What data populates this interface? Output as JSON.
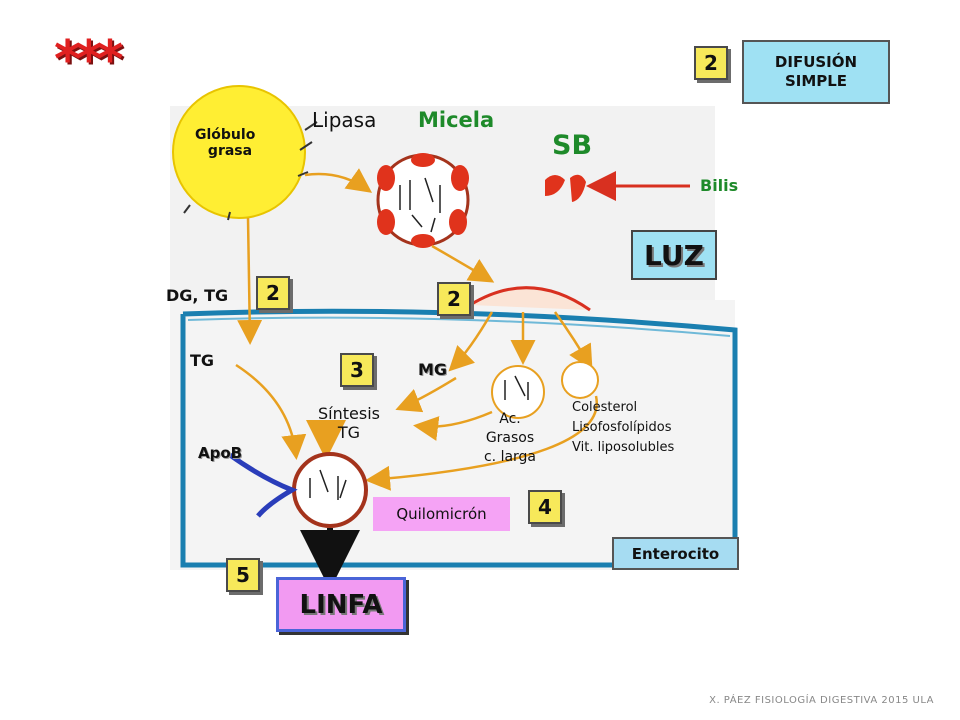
{
  "decoration": {
    "stars": "***"
  },
  "badge_top": {
    "number": "2",
    "title_line1": "DIFUSIÓN",
    "title_line2": "SIMPLE"
  },
  "lumen": {
    "globulo_line1": "Glóbulo",
    "globulo_line2": "grasa",
    "lipasa": "Lipasa",
    "micela": "Micela",
    "sb": "SB",
    "bilis": "Bilis",
    "luz": "LUZ",
    "dg_tg": "DG, TG"
  },
  "steps": {
    "step2_left": "2",
    "step2_right": "2",
    "step3": "3",
    "step4": "4",
    "step5": "5"
  },
  "cell": {
    "tg": "TG",
    "mg": "MG",
    "sintesis_line1": "Síntesis",
    "sintesis_line2": "TG",
    "acidos_line1": "Ac.",
    "acidos_line2": "Grasos",
    "acidos_line3": "c. larga",
    "colesterol": "Colesterol",
    "lisofosfolipidos": "Lisofosfolípidos",
    "vitaminas": "Vit. liposolubles",
    "apob": "ApoB",
    "quilomicron": "Quilomicrón",
    "enterocito": "Enterocito"
  },
  "linfa": "LINFA",
  "footer": "X. PÁEZ   FISIOLOGÍA DIGESTIVA 2015 ULA",
  "colors": {
    "globule": "#ffee33",
    "micelle": "#e0331c",
    "membrane": "#1a7fb0",
    "arrow": "#e8a020",
    "apob": "#2a3dba",
    "number_box": "#f7e95a",
    "lumen_box": "#9fe1f3",
    "linfa_box": "#f29af2"
  }
}
